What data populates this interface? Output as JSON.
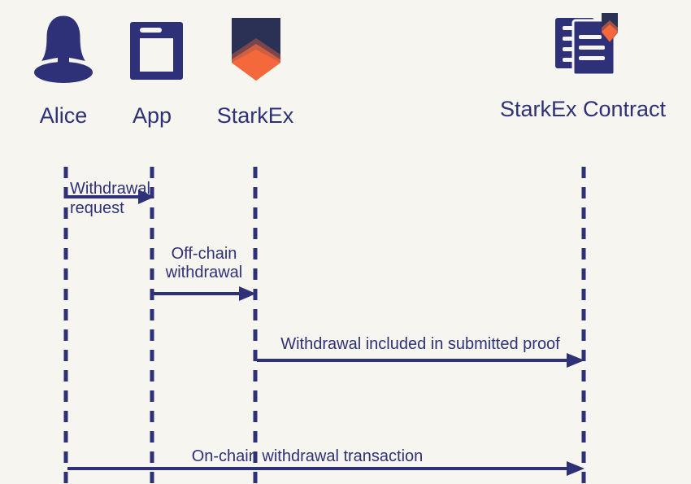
{
  "colors": {
    "background": "#f7f5ef",
    "navy": "#2e3178",
    "dark_navy": "#2b3055",
    "orange": "#f5683c"
  },
  "actors": [
    {
      "name": "Alice",
      "icon": "person-icon"
    },
    {
      "name": "App",
      "icon": "app-window-icon"
    },
    {
      "name": "StarkEx",
      "icon": "starkex-shield-icon"
    },
    {
      "name": "StarkEx Contract",
      "icon": "contract-documents-icon"
    }
  ],
  "messages": [
    {
      "from": "Alice",
      "to": "App",
      "lines": [
        "Withdrawal",
        "request"
      ]
    },
    {
      "from": "App",
      "to": "StarkEx",
      "lines": [
        "Off-chain",
        "withdrawal"
      ]
    },
    {
      "from": "StarkEx",
      "to": "StarkEx Contract",
      "lines": [
        "Withdrawal included in submitted proof"
      ]
    },
    {
      "from": "Alice",
      "to": "StarkEx Contract",
      "lines": [
        "On-chain withdrawal transaction"
      ]
    }
  ]
}
